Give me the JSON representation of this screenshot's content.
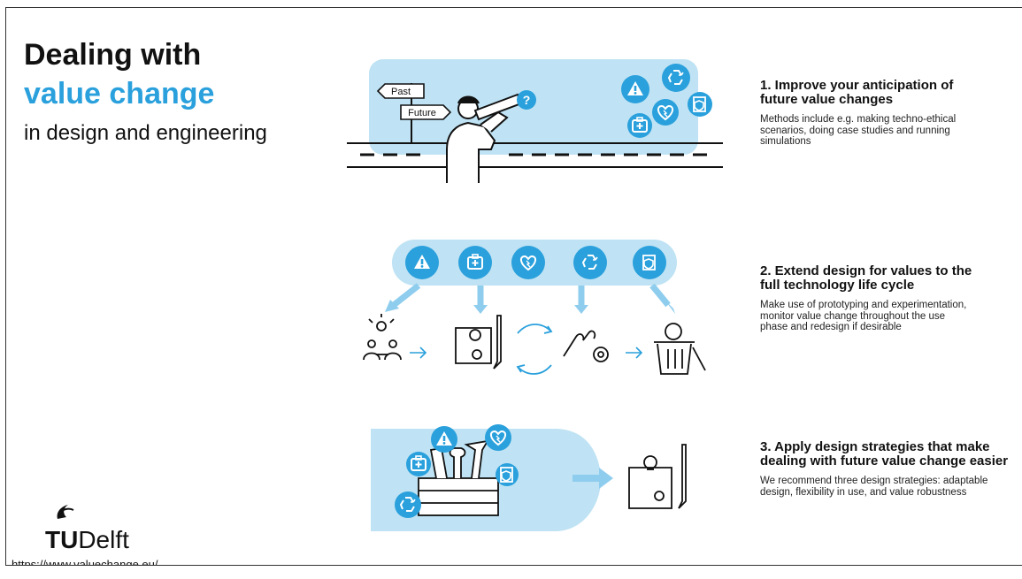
{
  "header": {
    "title_line1": "Dealing with",
    "title_line2": "value change",
    "subtitle": "in design and engineering"
  },
  "logo": {
    "brand_left": "TU",
    "brand_right": "Delft",
    "url": "https://www.valuechange.eu/"
  },
  "signpost": {
    "past": "Past",
    "future": "Future"
  },
  "steps": [
    {
      "title": "1. Improve your anticipation of\nfuture value changes",
      "body": "Methods include e.g. making techno-ethical\nscenarios, doing case studies and running\nsimulations"
    },
    {
      "title": "2. Extend design for values to the\nfull technology life cycle",
      "body": "Make use of prototyping and experimentation,\nmonitor value change throughout the use\nphase and redesign if desirable"
    },
    {
      "title": "3. Apply design strategies that make\ndealing with future value change easier",
      "body": "We recommend three design strategies: adaptable\ndesign, flexibility in use, and value robustness"
    }
  ],
  "colors": {
    "accent": "#2aa0dc",
    "light_blue": "#bfe3f4",
    "mid_blue": "#8fcdee",
    "ink": "#111111"
  },
  "icons": [
    "warning-icon",
    "recycle-icon",
    "heart-icon",
    "shield-document-icon",
    "medical-kit-icon",
    "question-icon",
    "telescope-icon",
    "lightbulb-icon",
    "meeting-icon",
    "blueprint-icon",
    "hand-gear-icon",
    "trash-bin-icon",
    "toolbox-icon"
  ]
}
